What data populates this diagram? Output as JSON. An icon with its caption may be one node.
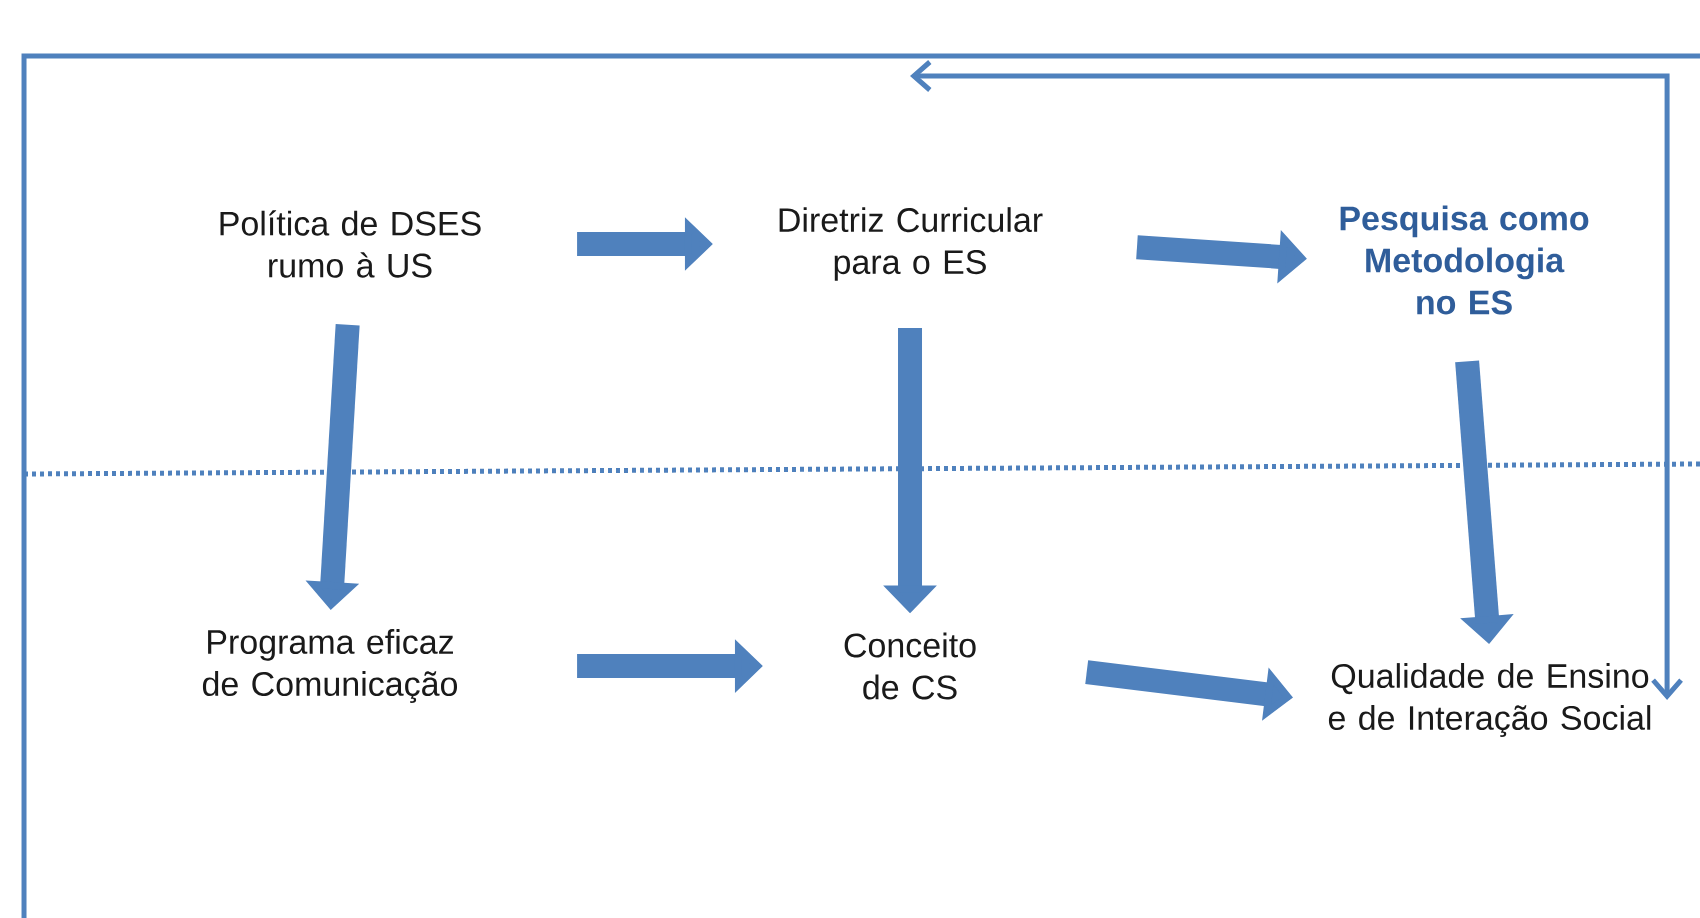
{
  "diagram": {
    "nodes": [
      {
        "text": [
          "Política de DSES rumo à US"
        ]
      },
      {
        "text": [
          "Diretriz Curricular para o ES"
        ]
      },
      {
        "text": [
          "Pesquisa como Metodologia no ES"
        ]
      },
      {
        "text": [
          "Programa eficaz de Comunicação"
        ]
      },
      {
        "text": [
          "Conceito de CS"
        ]
      },
      {
        "text": [
          "Qualidade de Ensino e de Interação Social"
        ]
      }
    ],
    "edges": [
      {
        "from": 0,
        "to": 1,
        "arrow": "to"
      },
      {
        "from": 1,
        "to": 2,
        "arrow": "to"
      },
      {
        "from": 0,
        "to": 3,
        "arrow": "to"
      },
      {
        "from": 1,
        "to": 4,
        "arrow": "to"
      },
      {
        "from": 2,
        "to": 5,
        "arrow": "to"
      },
      {
        "from": 3,
        "to": 4,
        "arrow": "to"
      },
      {
        "from": 4,
        "to": 5,
        "arrow": "to"
      },
      {
        "from": null,
        "to": 5,
        "arrow": "both"
      }
    ]
  }
}
